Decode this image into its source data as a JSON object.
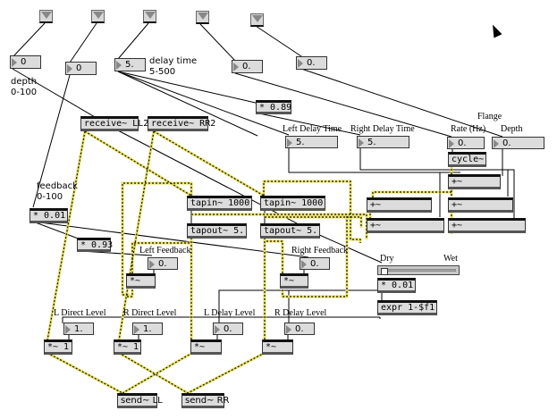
{
  "patch": {
    "bangs": [
      "bang-1",
      "bang-2",
      "bang-3",
      "bang-4",
      "bang-5"
    ],
    "numbers": {
      "depth": "0",
      "feedback": "0",
      "delay_time": "5.",
      "num4": "0.",
      "num5": "0.",
      "left_delay_time": "5.",
      "right_delay_time": "5.",
      "rate_hz": "0.",
      "flange_depth": "0.",
      "left_feedback": "0.",
      "right_feedback": "0.",
      "l_direct_level": "1.",
      "r_direct_level": "1.",
      "l_delay_level": "0.",
      "r_delay_level": "0."
    },
    "objects": {
      "mul_089": "* 0.89",
      "receive_ll2": "receive~ LL2",
      "receive_rr2": "receive~ RR2",
      "cycle": "cycle~",
      "plus_1": "+~",
      "plus_2": "+~",
      "plus_3": "+~",
      "plus_4": "+~",
      "plus_5": "+~",
      "mul_001_fb": "* 0.01",
      "tapin_l": "tapin~ 1000",
      "tapin_r": "tapin~ 1000",
      "tapout_l": "tapout~ 5.",
      "tapout_r": "tapout~ 5.",
      "mul_093": "* 0.93",
      "mulsig_lfb": "*~",
      "mulsig_rfb": "*~",
      "mul_001_dw": "* 0.01",
      "expr": "expr 1-$f1",
      "mulsig_ld": "*~ 1",
      "mulsig_rd": "*~ 1",
      "mulsig_ldl": "*~",
      "mulsig_rdl": "*~",
      "send_ll": "send~ LL",
      "send_rr": "send~ RR"
    },
    "labels": {
      "depth": "depth",
      "depth_range": "0-100",
      "delay_time": "delay time",
      "delay_range": "5-500",
      "feedback": "feedback",
      "feedback_range": "0-100",
      "flange": "Flange",
      "left_delay_time": "Left Delay Time",
      "right_delay_time": "Right Delay Time",
      "rate_hz": "Rate (Hz)",
      "depth_flange": "Depth",
      "left_feedback": "Left Feedback",
      "right_feedback": "Right Feedback",
      "dry": "Dry",
      "wet": "Wet",
      "l_direct_level": "L Direct Level",
      "r_direct_level": "R Direct Level",
      "l_delay_level": "L Delay Level",
      "r_delay_level": "R Delay Level"
    },
    "dry_wet_slider": {
      "value_fraction": 0.0
    },
    "colors": {
      "signal_patch_cord": "#e8e060",
      "control_patch_cord": "#000000",
      "box_fill": "#dcdcdc"
    }
  }
}
